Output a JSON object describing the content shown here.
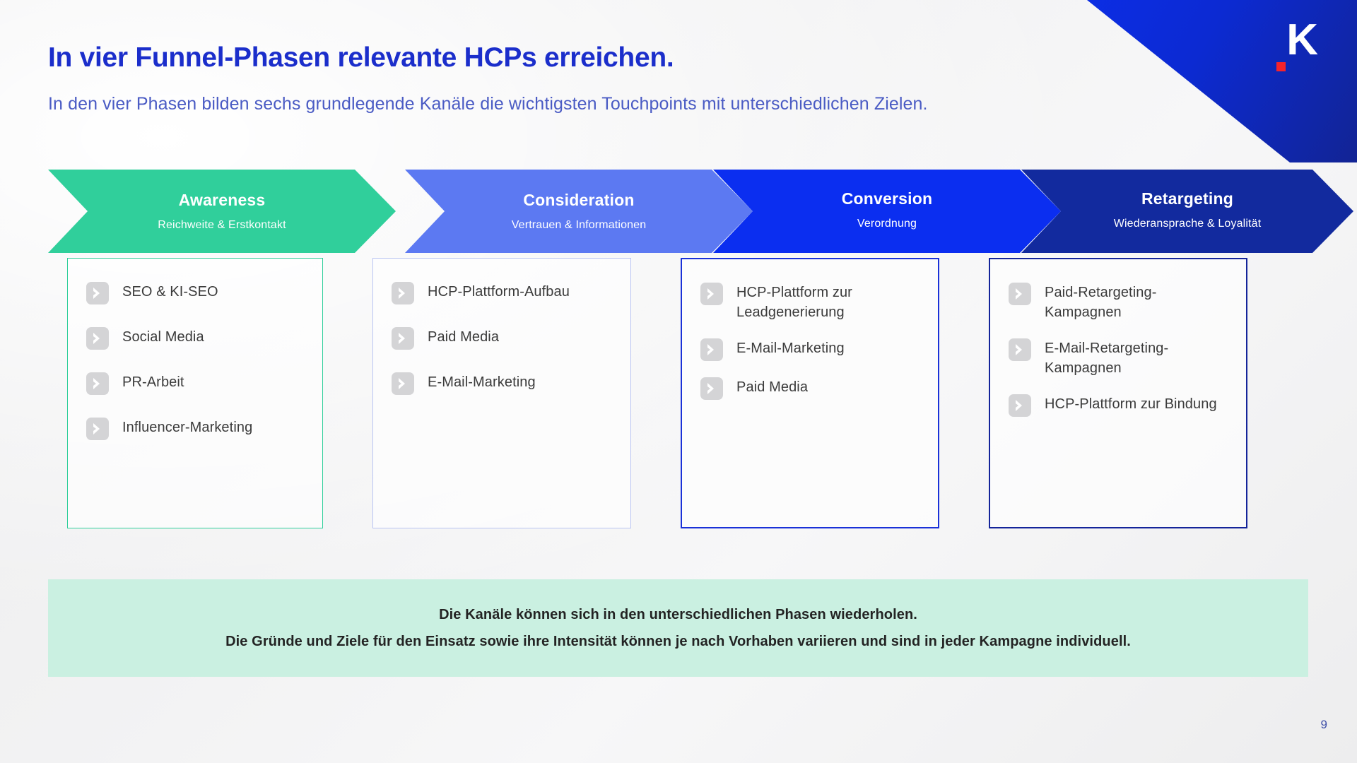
{
  "slide": {
    "headline": "In vier Funnel-Phasen relevante HCPs erreichen.",
    "subline": "In den vier Phasen bilden sechs grundlegende Kanäle die wichtigsten Touchpoints mit unterschiedlichen Zielen.",
    "page_number": "9"
  },
  "logo": {
    "letter": "K",
    "accent_color": "#f5232b",
    "corner_color": "#0b2ee9"
  },
  "funnel": {
    "phases": [
      {
        "title": "Awareness",
        "subtitle": "Reichweite & Erstkontakt",
        "color": "#30cf9b",
        "border_color": "#30cf9b",
        "channels": [
          "SEO & KI-SEO",
          "Social Media",
          "PR-Arbeit",
          "Influencer-Marketing"
        ]
      },
      {
        "title": "Consideration",
        "subtitle": "Vertrauen & Informationen",
        "color": "#5c79f2",
        "border_color": "#b9c4f2",
        "channels": [
          "HCP-Plattform-Aufbau",
          "Paid Media",
          "E-Mail-Marketing"
        ]
      },
      {
        "title": "Conversion",
        "subtitle": "Verordnung",
        "color": "#0b2ef0",
        "border_color": "#1a31d8",
        "channels": [
          "HCP-Plattform zur Leadgenerierung",
          "E-Mail-Marketing",
          "Paid Media"
        ]
      },
      {
        "title": "Retargeting",
        "subtitle": "Wiederansprache & Loyalität",
        "color": "#122a9e",
        "border_color": "#14249a",
        "channels": [
          "Paid-Retargeting-Kampagnen",
          "E-Mail-Retargeting-Kampagnen",
          "HCP-Plattform zur Bindung"
        ]
      }
    ]
  },
  "note": {
    "line1": "Die Kanäle können sich in den unterschiedlichen Phasen wiederholen.",
    "line2": "Die Gründe und Ziele für den Einsatz sowie ihre Intensität können je nach Vorhaben variieren und sind in jeder Kampagne individuell.",
    "background_color": "#caf0e1"
  }
}
